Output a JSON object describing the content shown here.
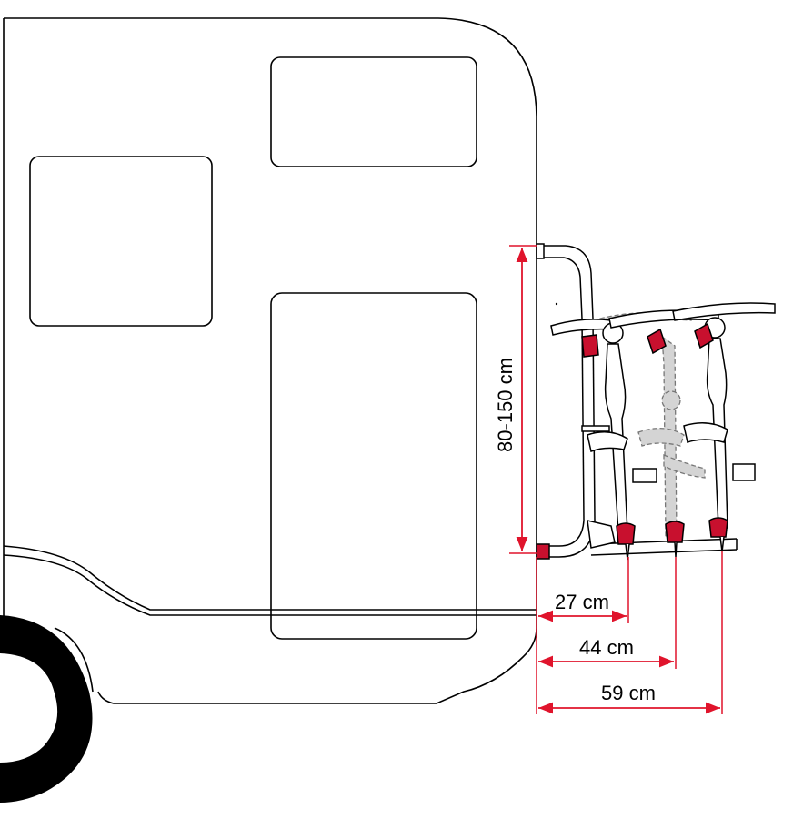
{
  "diagram": {
    "colors": {
      "outline": "#000000",
      "dimension": "#e0142c",
      "bike_ghost": "#d4d4d4",
      "accent_red": "#c8102e",
      "background": "#ffffff"
    },
    "dimensions": {
      "height_range": "80-150 cm",
      "depth_first_bike": "27 cm",
      "depth_second_bike": "44 cm",
      "depth_third_bike": "59 cm"
    }
  }
}
